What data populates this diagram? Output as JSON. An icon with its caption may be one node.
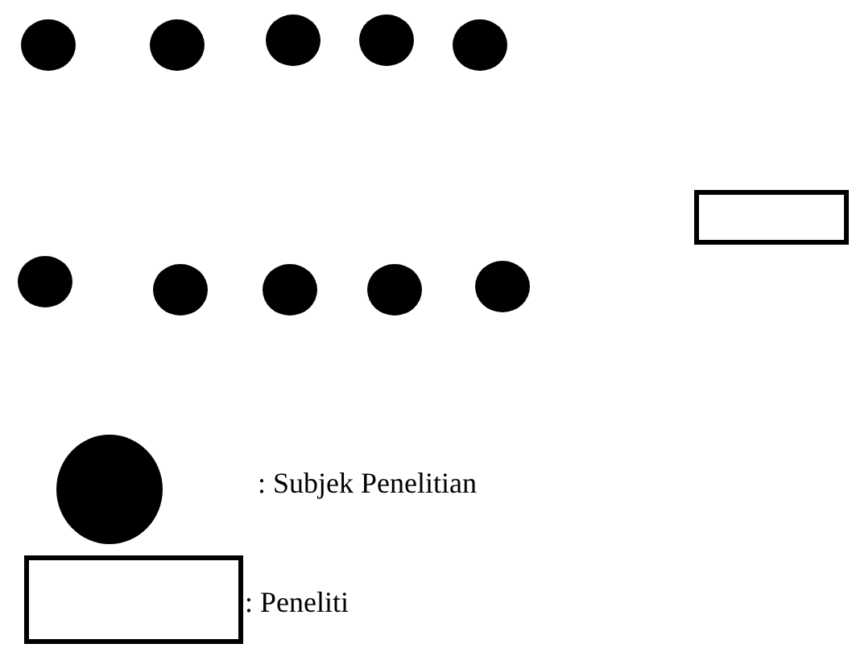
{
  "diagram": {
    "nodes": [
      {
        "text": [],
        "shape": "circle"
      },
      {
        "text": [],
        "shape": "circle"
      },
      {
        "text": [],
        "shape": "circle"
      },
      {
        "text": [],
        "shape": "circle"
      },
      {
        "text": [],
        "shape": "circle"
      },
      {
        "text": [],
        "shape": "box"
      },
      {
        "text": [],
        "shape": "circle"
      },
      {
        "text": [],
        "shape": "circle"
      },
      {
        "text": [],
        "shape": "circle"
      },
      {
        "text": [],
        "shape": "circle"
      },
      {
        "text": [],
        "shape": "circle"
      }
    ],
    "legend": [
      {
        "text": ": Subjek Penelitian"
      },
      {
        "text": ": Peneliti"
      }
    ]
  }
}
